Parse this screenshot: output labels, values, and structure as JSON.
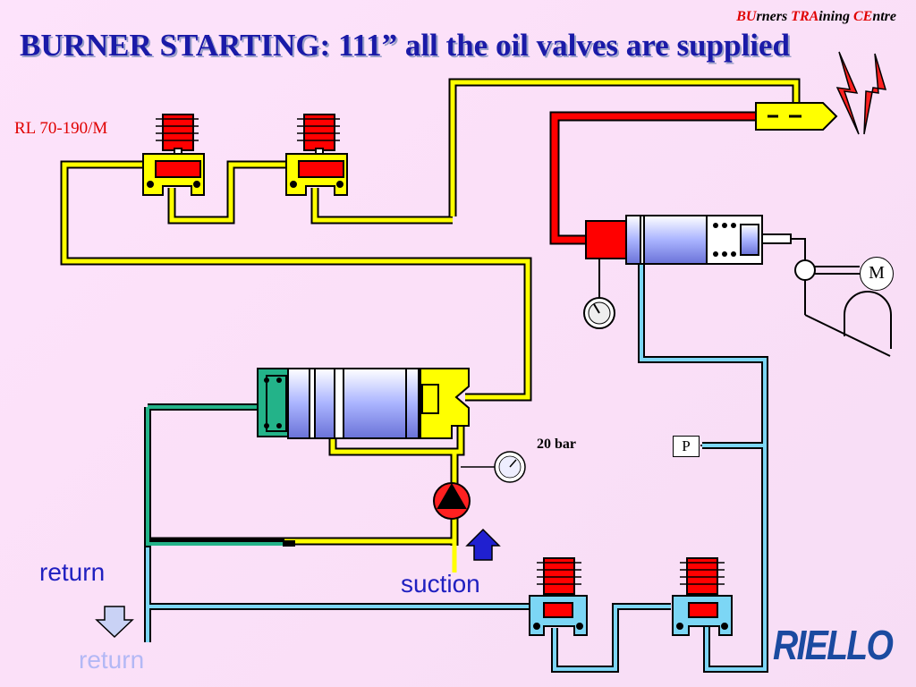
{
  "header": {
    "title": "BURNER  STARTING: 111” all the oil valves are supplied",
    "brand_tag": {
      "p1": "BU",
      "p2": "rners ",
      "p3": "TRA",
      "p4": "ining ",
      "p5": "CE",
      "p6": "ntre"
    },
    "model": "RL 70-190/M"
  },
  "labels": {
    "pressure": "20 bar",
    "pressure_switch": "P",
    "motor": "M",
    "return_top": "return",
    "return_bottom": "return",
    "suction": "suction",
    "logo": "RIELLO"
  },
  "colors": {
    "supply_line": "#ffff00",
    "return_line": "#2ab4e8",
    "pump_return_line": "#23b389",
    "actuator_line": "#ff0000",
    "coil": "#ff0000",
    "title": "#1a1aa8",
    "logo": "#1b4aa0"
  }
}
